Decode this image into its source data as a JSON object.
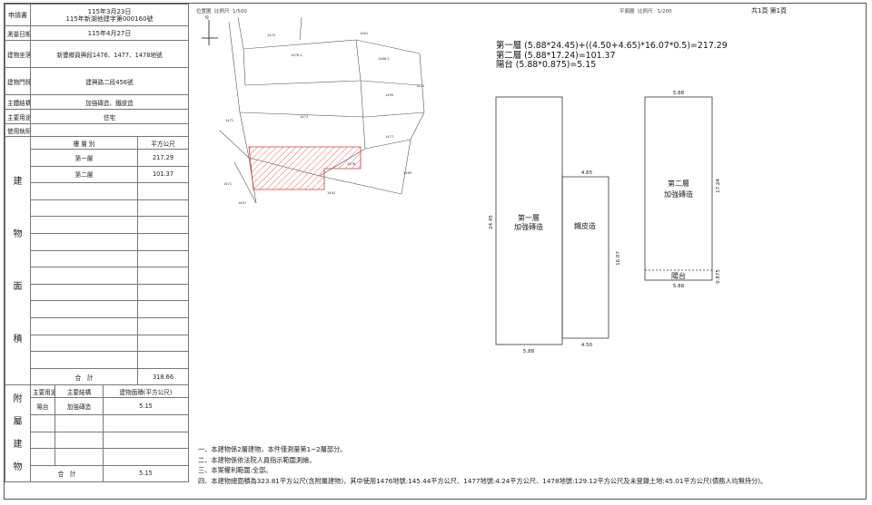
{
  "form": {
    "applicant_label": "申請書",
    "applicant_date": "115年3月23日",
    "applicant_no": "115年新湖他建字第000160號",
    "survey_date_label": "測量日期",
    "survey_date": "115年4月27日",
    "location_label": "建物坐落",
    "location": "新豐鄉員興段1476、1477、1478地號",
    "door_label": "建物門牌",
    "door": "建興路二段456號",
    "structure_label": "主體結構",
    "structure": "加強磚造、鐵皮造",
    "usage_label": "主要用途",
    "usage": "住宅",
    "license_label": "使用執照",
    "license": "",
    "area_vertical": [
      "建",
      "物",
      "面",
      "積"
    ],
    "floor_col_header": "樓 層 別",
    "area_col_header": "平方公尺",
    "floors": [
      {
        "name": "第一層",
        "area": "217.29"
      },
      {
        "name": "第二層",
        "area": "101.37"
      }
    ],
    "total_label": "合　計",
    "total_area": "318.66",
    "annex_vertical": [
      "附",
      "屬",
      "建",
      "物"
    ],
    "annex_col1": "主要用途",
    "annex_col2": "主要結構",
    "annex_col3": "建物面積(平方公尺)",
    "annex_rows": [
      {
        "use": "陽台",
        "structure": "加強磚造",
        "area": "5.15"
      }
    ],
    "annex_total_label": "合　計",
    "annex_total": "5.15"
  },
  "header": {
    "location_map_label": "位置圖",
    "scale_label": "比例尺",
    "location_scale": "1/500",
    "plan_label": "平面圖",
    "plan_scale_label": "比例尺",
    "plan_scale": "1/200",
    "pages": "共1頁 第1頁"
  },
  "formulas": [
    "第一層 (5.88*24.45)+((4.50+4.65)*16.07*0.5)=217.29",
    "第二層 (5.88*17.24)=101.37",
    "陽台 (5.88*0.875)=5.15"
  ],
  "plan": {
    "floor1_name": "第一層",
    "floor1_struct": "加強磚造",
    "shed_struct": "鐵皮造",
    "floor2_name": "第二層",
    "floor2_struct": "加強磚造",
    "balcony": "陽台",
    "dim_24_45": "24.45",
    "dim_5_88_bottom": "5.88",
    "dim_4_65": "4.65",
    "dim_4_50": "4.50",
    "dim_16_07": "16.07",
    "dim_5_88_top": "5.88",
    "dim_17_24": "17.24",
    "dim_5_88_f2_bottom": "5.88",
    "dim_0_875": "0.875"
  },
  "map": {
    "parcels": [
      "1475",
      "1461",
      "1476-1",
      "1466-1",
      "1474",
      "1490",
      "1473",
      "1477",
      "1472",
      "1478",
      "1469",
      "1492",
      "1471",
      "1491"
    ],
    "north": "N"
  },
  "notes": [
    "一、本建物係2層建物，本件僅測量第1~2層部分。",
    "二、本建物係依法院人員指示範圍測繪。",
    "三、本案權利範圍:全部。",
    "四、本建物總面積為323.81平方公尺(含附屬建物)，其中使用1476地號:145.44平方公尺、1477地號:4.24平方公尺、1478地號:129.12平方公尺及未登錄土地:45.01平方公尺(債務人均無持分)。"
  ]
}
